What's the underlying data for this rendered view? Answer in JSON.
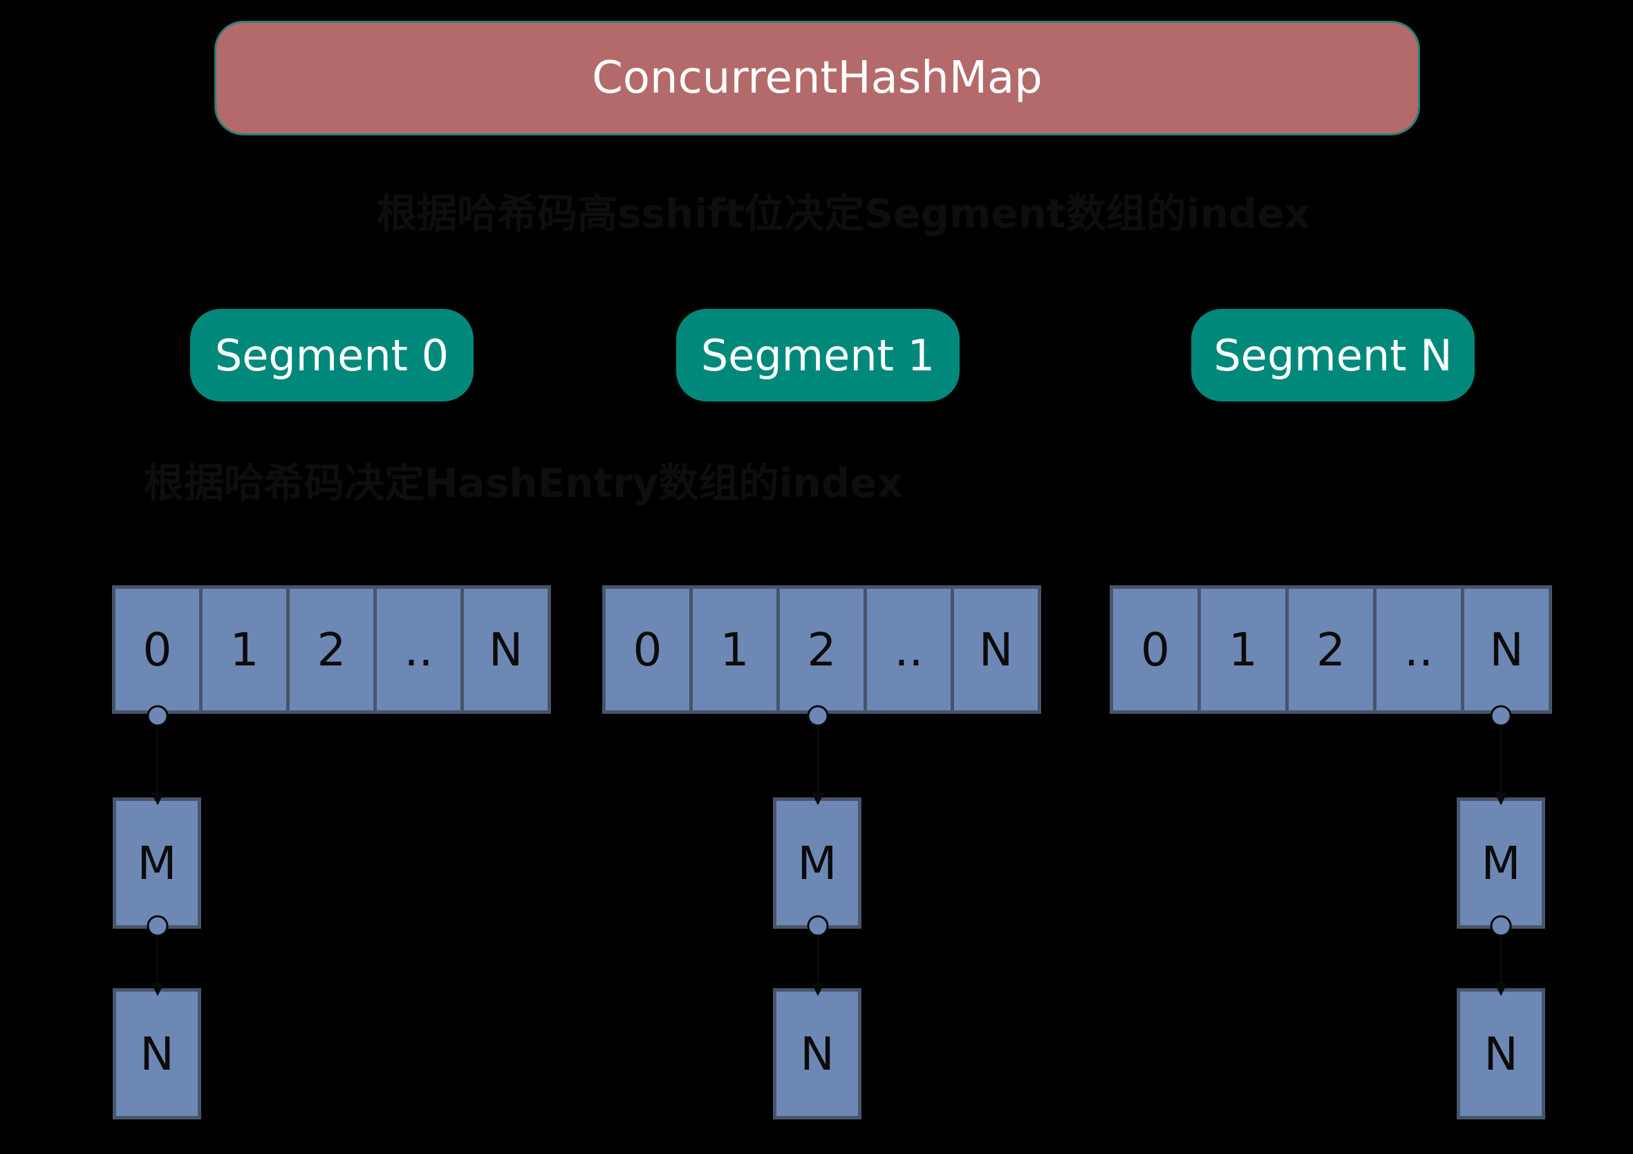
{
  "title": "ConcurrentHashMap",
  "caption_segment": "根据哈希码高sshift位决定Segment数组的index",
  "caption_entry": "根据哈希码决定HashEntry数组的index",
  "segments": [
    "Segment 0",
    "Segment 1",
    "Segment N"
  ],
  "arrays": [
    [
      "0",
      "1",
      "2",
      "..",
      "N"
    ],
    [
      "0",
      "1",
      "2",
      "..",
      "N"
    ],
    [
      "0",
      "1",
      "2",
      "..",
      "N"
    ]
  ],
  "chains": [
    [
      "M",
      "N"
    ],
    [
      "M",
      "N"
    ],
    [
      "M",
      "N"
    ]
  ],
  "colors": {
    "background": "#000000",
    "title_fill": "#b46a6a",
    "segment_fill": "#00897b",
    "cell_fill": "#6e88b5",
    "cell_border": "#48546a"
  }
}
